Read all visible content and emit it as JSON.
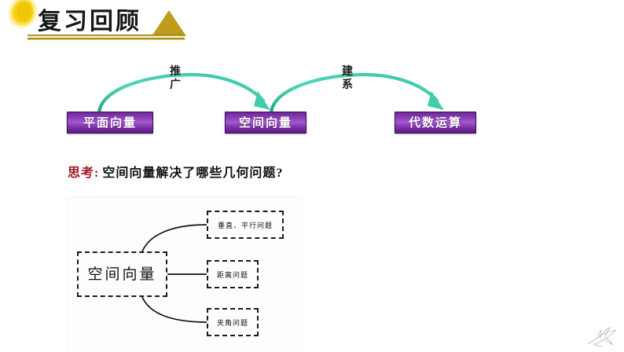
{
  "slide": {
    "title": "复习回顾",
    "background_color": "#ffffff"
  },
  "decor": {
    "sun_blob_color": "#f5d211",
    "triangle_color": "#bf9c1c",
    "rule_color": "#9a7d14",
    "watermark_name": "crane-watermark"
  },
  "flow": {
    "box_fill": "#8c3fb8",
    "box_border": "#3c0f58",
    "arrow_color": "#2fbb9b",
    "boxes": [
      {
        "label": "平面向量"
      },
      {
        "label": "空间向量"
      },
      {
        "label": "代数运算"
      }
    ],
    "arrows": [
      {
        "label_line1": "推",
        "label_line2": "广"
      },
      {
        "label_line1": "建",
        "label_line2": "系"
      }
    ]
  },
  "question": {
    "prefix": "思考:",
    "prefix_color": "#9e1b22",
    "body": "空间向量解决了哪些几何问题?"
  },
  "mindmap": {
    "root": "空间向量",
    "line_color": "#1b1b1b",
    "leaves": [
      {
        "label": "垂直、平行问题"
      },
      {
        "label": "距离问题"
      },
      {
        "label": "夹角问题"
      }
    ]
  }
}
